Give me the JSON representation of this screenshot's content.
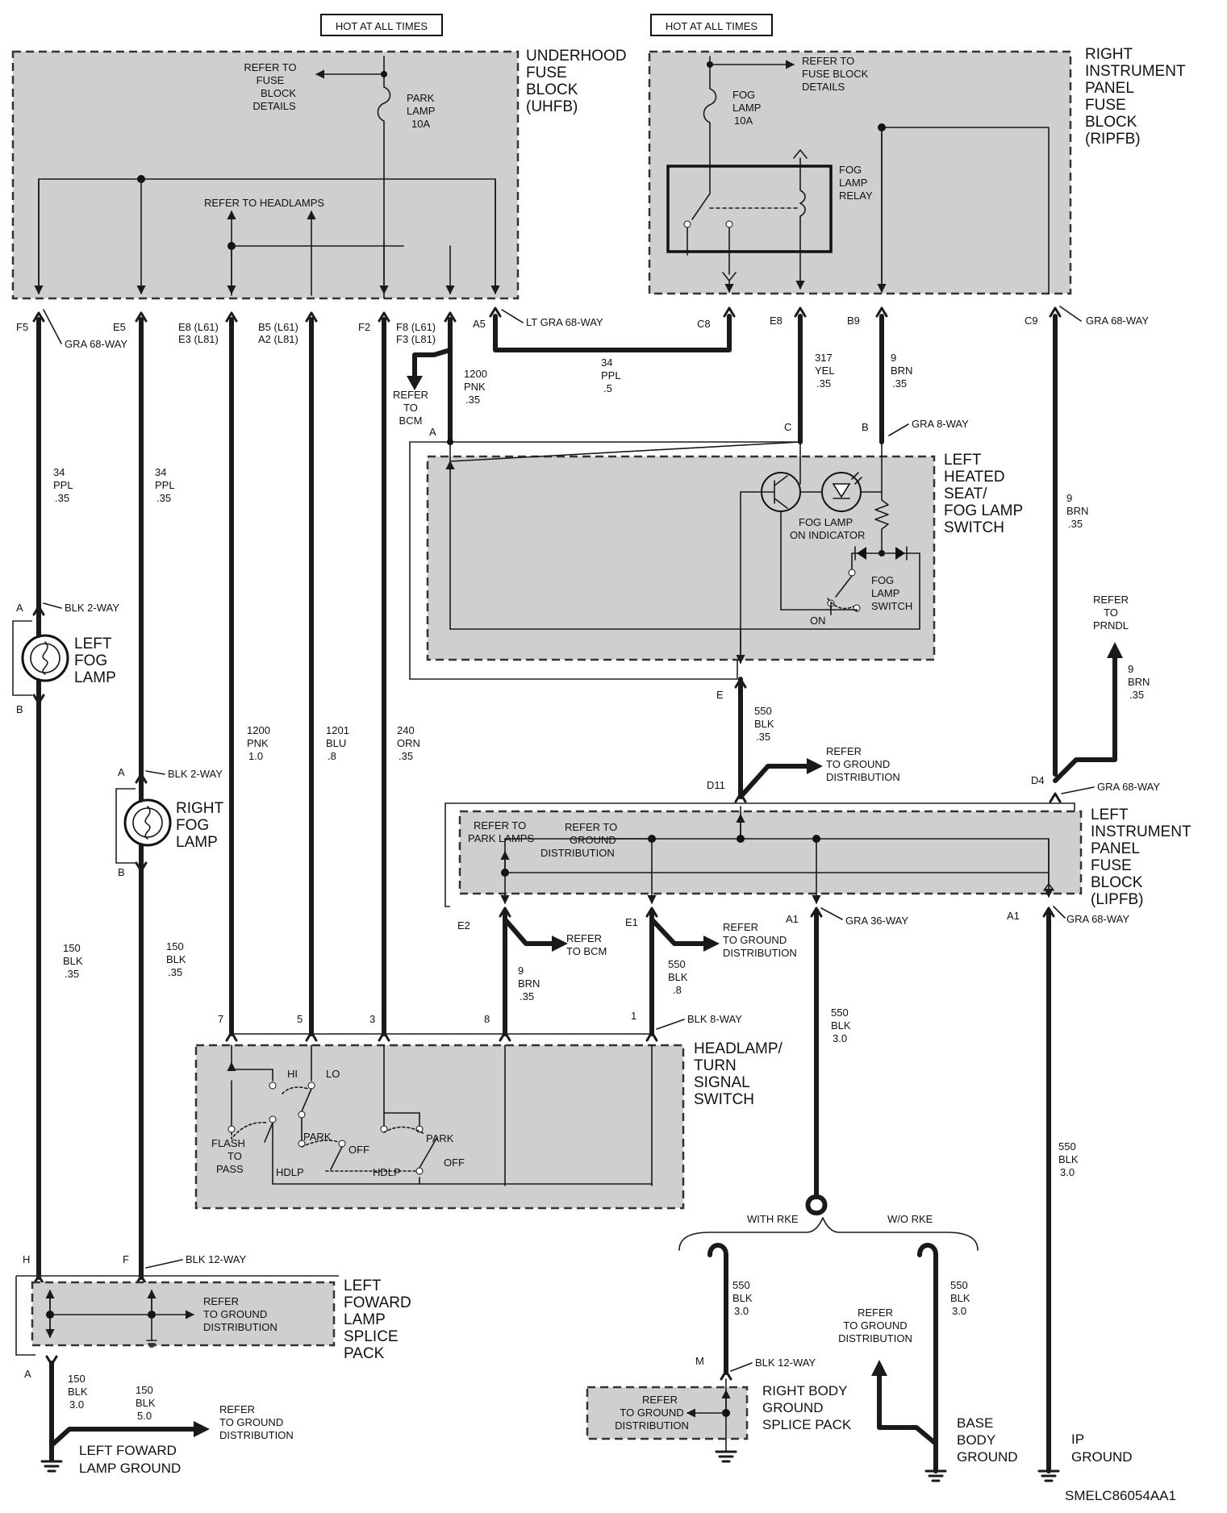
{
  "hot_labels": {
    "left": "HOT AT ALL TIMES",
    "right": "HOT AT ALL TIMES"
  },
  "uhfb": {
    "name_lines": [
      "UNDERHOOD",
      "FUSE",
      "BLOCK",
      "(UHFB)"
    ],
    "refer_fuse_lines": [
      "REFER TO",
      "FUSE",
      "BLOCK",
      "DETAILS"
    ],
    "fuse_lines": [
      "PARK",
      "LAMP",
      "10A"
    ],
    "refer_headlamps": "REFER TO HEADLAMPS"
  },
  "ripfb": {
    "name_lines": [
      "RIGHT",
      "INSTRUMENT",
      "PANEL",
      "FUSE",
      "BLOCK",
      "(RIPFB)"
    ],
    "refer_fuse_lines": [
      "REFER TO",
      "FUSE BLOCK",
      "DETAILS"
    ],
    "fuse_lines": [
      "FOG",
      "LAMP",
      "10A"
    ],
    "relay_lines": [
      "FOG",
      "LAMP",
      "RELAY"
    ]
  },
  "connectors": {
    "f5": "F5",
    "e5": "E5",
    "e8_e3": [
      "E8 (L61)",
      "E3 (L81)"
    ],
    "b5_a2": [
      "B5 (L61)",
      "A2 (L81)"
    ],
    "f2": "F2",
    "f8_f3": [
      "F8 (L61)",
      "F3 (L81)"
    ],
    "a5": "A5",
    "c8": "C8",
    "e8": "E8",
    "b9": "B9",
    "c9": "C9",
    "gra68_left": "GRA 68-WAY",
    "lt_gra68": "LT GRA 68-WAY",
    "gra68_right": "GRA 68-WAY"
  },
  "wires": {
    "w34_left": [
      "34",
      "PPL",
      ".35"
    ],
    "w34_mid": [
      "34",
      "PPL",
      ".35"
    ],
    "w34_top": [
      "34",
      "PPL",
      ".5"
    ],
    "w1200_bcm": [
      "1200",
      "PNK",
      ".35"
    ],
    "w317": [
      "317",
      "YEL",
      ".35"
    ],
    "w9_b9": [
      "9",
      "BRN",
      ".35"
    ],
    "w9_c9": [
      "9",
      "BRN",
      ".35"
    ],
    "w1200": [
      "1200",
      "PNK",
      "1.0"
    ],
    "w1201": [
      "1201",
      "BLU",
      ".8"
    ],
    "w240": [
      "240",
      "ORN",
      ".35"
    ],
    "w550_e": [
      "550",
      "BLK",
      ".35"
    ],
    "w9_prndl": [
      "9",
      "BRN",
      ".35"
    ],
    "w150_left": [
      "150",
      "BLK",
      ".35"
    ],
    "w150_right": [
      "150",
      "BLK",
      ".35"
    ],
    "w9_e2": [
      "9",
      "BRN",
      ".35"
    ],
    "w550_e1": [
      "550",
      "BLK",
      ".8"
    ],
    "w550_a1": [
      "550",
      "BLK",
      "3.0"
    ],
    "w550_ip": [
      "550",
      "BLK",
      "3.0"
    ],
    "w550_rke": [
      "550",
      "BLK",
      "3.0"
    ],
    "w550_worke": [
      "550",
      "BLK",
      "3.0"
    ],
    "w150_bottom1": [
      "150",
      "BLK",
      "3.0"
    ],
    "w150_bottom2": [
      "150",
      "BLK",
      "5.0"
    ]
  },
  "refer_bcm_top": [
    "REFER",
    "TO",
    "BCM"
  ],
  "gra8": {
    "c": "C",
    "b": "B",
    "label": "GRA 8-WAY",
    "a": "A"
  },
  "switch": {
    "name_lines": [
      "LEFT",
      "HEATED",
      "SEAT/",
      "FOG LAMP",
      "SWITCH"
    ],
    "indicator_lines": [
      "FOG LAMP",
      "ON INDICATOR"
    ],
    "fog_switch_lines": [
      "FOG",
      "LAMP",
      "SWITCH"
    ],
    "on": "ON",
    "e": "E"
  },
  "left_fog": {
    "a": "A",
    "conn": "BLK 2-WAY",
    "name_lines": [
      "LEFT",
      "FOG",
      "LAMP"
    ],
    "b": "B"
  },
  "right_fog": {
    "a": "A",
    "conn": "BLK 2-WAY",
    "name_lines": [
      "RIGHT",
      "FOG",
      "LAMP"
    ],
    "b": "B"
  },
  "refer_prndl": [
    "REFER",
    "TO",
    "PRNDL"
  ],
  "d11": "D11",
  "refer_ground_d11": [
    "REFER",
    "TO GROUND",
    "DISTRIBUTION"
  ],
  "d4": "D4",
  "gra68_d4": "GRA 68-WAY",
  "lipfb": {
    "name_lines": [
      "LEFT",
      "INSTRUMENT",
      "PANEL",
      "FUSE",
      "BLOCK",
      "(LIPFB)"
    ],
    "refer_park_lines": [
      "REFER TO",
      "PARK LAMPS"
    ],
    "refer_ground_lines": [
      "REFER TO",
      "GROUND",
      "DISTRIBUTION"
    ]
  },
  "e2": "E2",
  "e1": "E1",
  "a1_36": "A1",
  "gra36": "GRA 36-WAY",
  "a1_68": "A1",
  "gra68_a1": "GRA 68-WAY",
  "refer_bcm_e2": [
    "REFER",
    "TO BCM"
  ],
  "refer_ground_e1": [
    "REFER",
    "TO GROUND",
    "DISTRIBUTION"
  ],
  "headlamp": {
    "pins": [
      "7",
      "5",
      "3",
      "8",
      "1"
    ],
    "conn": "BLK 8-WAY",
    "name_lines": [
      "HEADLAMP/",
      "TURN",
      "SIGNAL",
      "SWITCH"
    ],
    "hi": "HI",
    "lo": "LO",
    "flash_lines": [
      "FLASH",
      "TO",
      "PASS"
    ],
    "park1": "PARK",
    "off1": "OFF",
    "hdlp1": "HDLP",
    "park2": "PARK",
    "off2": "OFF",
    "hdlp2": "HDLP"
  },
  "rke": {
    "with": "WITH RKE",
    "without": "W/O RKE"
  },
  "lflsp": {
    "h": "H",
    "f": "F",
    "conn": "BLK 12-WAY",
    "name_lines": [
      "LEFT",
      "FOWARD",
      "LAMP",
      "SPLICE",
      "PACK"
    ],
    "refer_lines": [
      "REFER",
      "TO GROUND",
      "DISTRIBUTION"
    ],
    "a": "A"
  },
  "refer_ground_bottom": [
    "REFER",
    "TO GROUND",
    "DISTRIBUTION"
  ],
  "left_ground_lines": [
    "LEFT FOWARD",
    "LAMP GROUND"
  ],
  "rbgsp": {
    "m": "M",
    "conn": "BLK 12-WAY",
    "name_lines": [
      "RIGHT BODY",
      "GROUND",
      "SPLICE PACK"
    ],
    "refer_lines": [
      "REFER",
      "TO GROUND",
      "DISTRIBUTION"
    ]
  },
  "refer_ground_worke": [
    "REFER",
    "TO GROUND",
    "DISTRIBUTION"
  ],
  "base_ground_lines": [
    "BASE",
    "BODY",
    "GROUND"
  ],
  "ip_ground_lines": [
    "IP",
    "GROUND"
  ],
  "figure_id": "SMELC86054AA1"
}
